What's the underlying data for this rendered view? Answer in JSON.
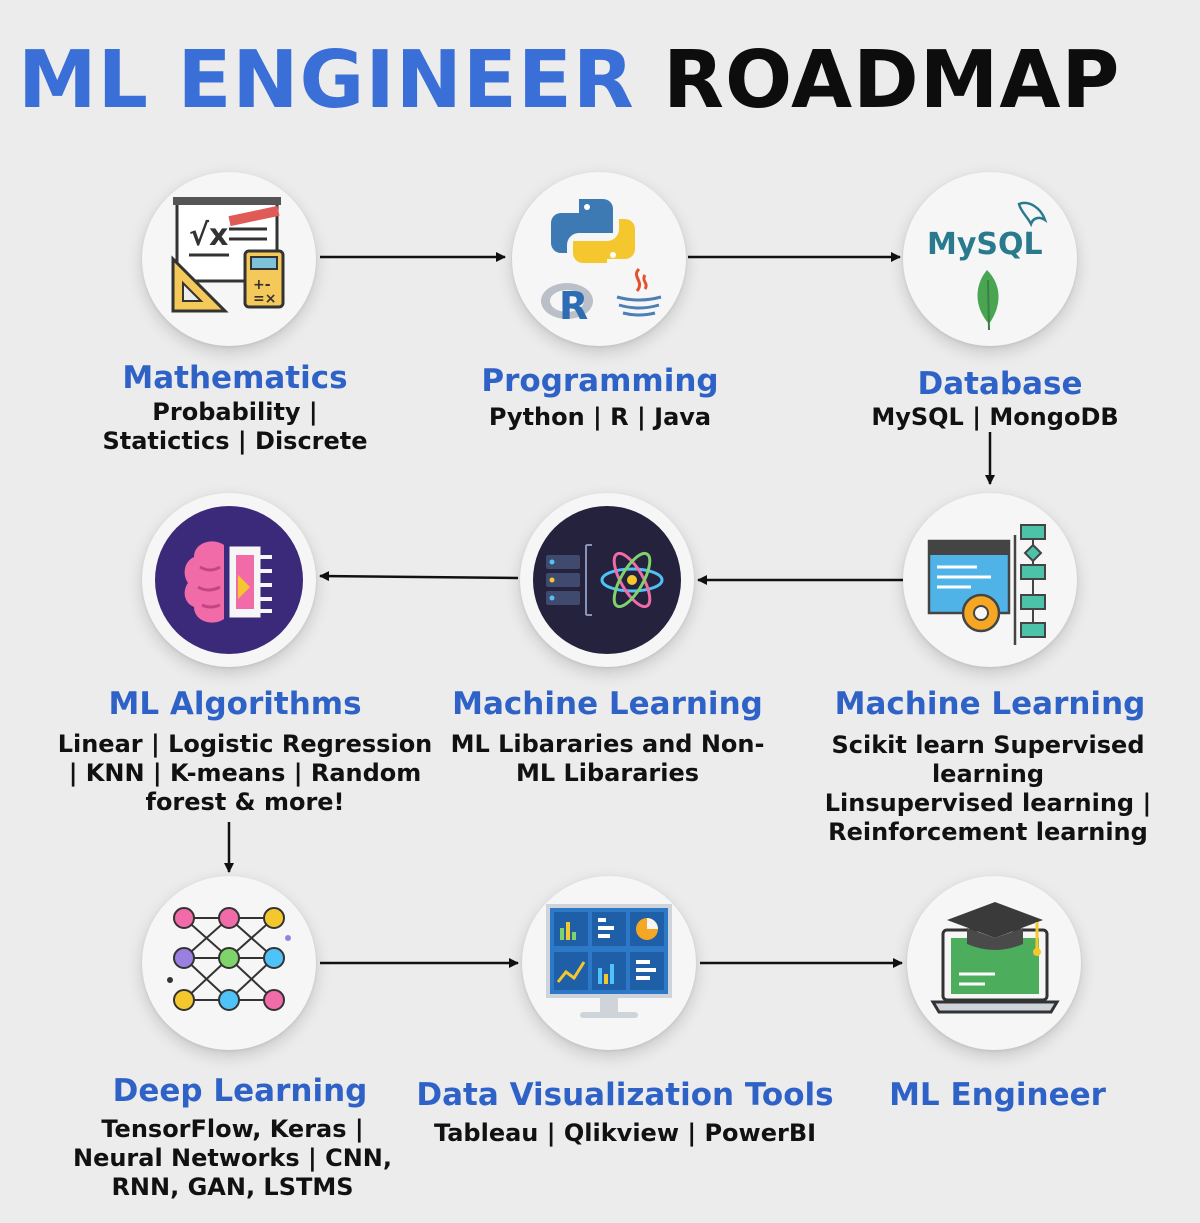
{
  "title": {
    "part1": "ML ENGINEER",
    "part2": "ROADMAP"
  },
  "colors": {
    "accent": "#3a6fd8",
    "title_text": "#0d0d0d",
    "background": "#ececec"
  },
  "nodes": [
    {
      "title": "Mathematics",
      "sub": [
        "Probability |",
        "Statictics | Discrete"
      ],
      "icon": "math-board-icon"
    },
    {
      "title": "Programming",
      "sub": [
        "Python | R | Java"
      ],
      "icon": "programming-languages-icon",
      "logo_text": "R"
    },
    {
      "title": "Database",
      "sub": [
        "MySQL | MongoDB"
      ],
      "icon": "database-logos-icon",
      "logo_text": "MySQL"
    },
    {
      "title": "Machine Learning",
      "sub": [
        "Scikit learn Supervised learning",
        "Linsupervised learning |",
        "Reinforcement learning"
      ],
      "icon": "workflow-gear-icon"
    },
    {
      "title": "Machine Learning",
      "sub": [
        "ML Libararies and Non-",
        "ML Libararies"
      ],
      "icon": "atom-server-icon"
    },
    {
      "title": "ML Algorithms",
      "sub": [
        "Linear |  Logistic Regression",
        "| KNN | K-means |  Random",
        "forest & more!"
      ],
      "icon": "brain-chip-icon"
    },
    {
      "title": "Deep Learning",
      "sub": [
        "TensorFlow, Keras |",
        "Neural Networks | CNN,",
        "RNN, GAN, LSTMS"
      ],
      "icon": "neural-network-icon"
    },
    {
      "title": "Data Visualization Tools",
      "sub": [
        "Tableau | Qlikview | PowerBI"
      ],
      "icon": "dashboard-monitor-icon"
    },
    {
      "title": "ML Engineer",
      "sub": [],
      "icon": "graduation-laptop-icon"
    }
  ]
}
